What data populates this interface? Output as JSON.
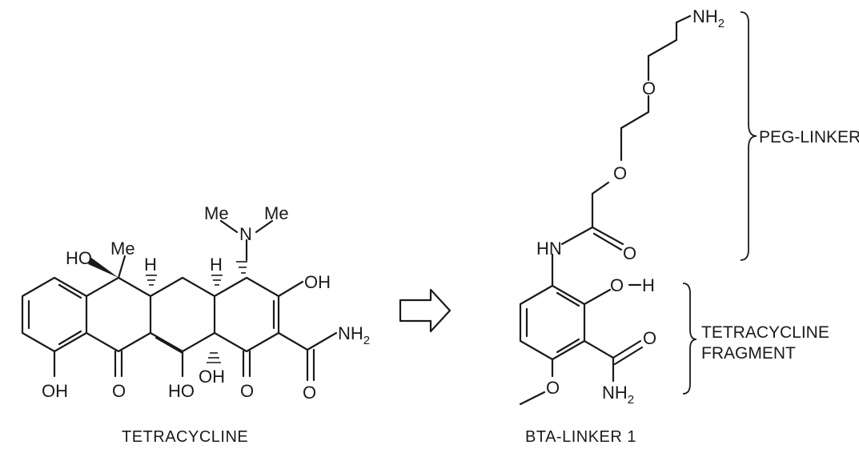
{
  "left_molecule": {
    "caption": "TETRACYCLINE",
    "atoms": {
      "me_top_left": "Me",
      "me_top_right": "Me",
      "n_dimethyl": "N",
      "ho_left": "HO",
      "me_c6": "Me",
      "h_5a": "H",
      "h_4a": "H",
      "oh_c3": "OH",
      "nh2_amide": "NH",
      "nh2_sub": "2",
      "oh_c10": "OH",
      "o_c11": "O",
      "ho_c12": "HO",
      "oh_c12a": "OH",
      "o_c1": "O",
      "o_amide": "O"
    }
  },
  "arrow": {
    "icon": "hollow-right-arrow-icon"
  },
  "right_molecule": {
    "caption": "BTA-LINKER 1",
    "atoms": {
      "nh2_top": "NH",
      "nh2_top_sub": "2",
      "o_ether1": "O",
      "o_ether2": "O",
      "hn": "HN",
      "o_carbonyl": "O",
      "o_h": "O",
      "h_phenol": "H",
      "o_amide": "O",
      "nh2_amide": "NH",
      "nh2_amide_sub": "2",
      "o_methoxy": "O"
    },
    "brackets": {
      "peg_linker": "PEG-LINKER",
      "tetracycline_line1": "TETRACYCLINE",
      "tetracycline_line2": "FRAGMENT"
    }
  }
}
